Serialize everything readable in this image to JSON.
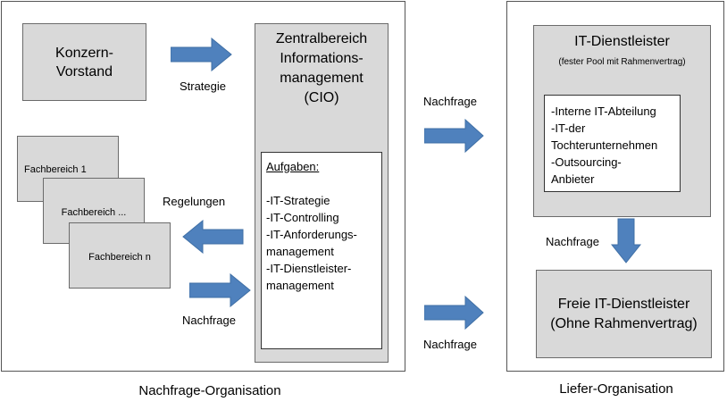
{
  "demand_org": {
    "caption": "Nachfrage-Organisation",
    "board": "Konzern-\nVorstand",
    "strategy_label": "Strategie",
    "cio": {
      "title": "Zentralbereich\nInformations-\nmanagement\n(CIO)",
      "tasks_heading": "Aufgaben:",
      "tasks": [
        "-IT-Strategie",
        "-IT-Controlling",
        "-IT-Anforderungs-",
        "management",
        "-IT-Dienstleister-",
        "management"
      ]
    },
    "departments": [
      "Fachbereich 1",
      "Fachbereich ...",
      "Fachbereich n"
    ],
    "rules_label": "Regelungen",
    "demand_label": "Nachfrage"
  },
  "middle": {
    "demand_top": "Nachfrage",
    "demand_bottom": "Nachfrage"
  },
  "supply_org": {
    "caption": "Liefer-Organisation",
    "provider_title": "IT-Dienstleister",
    "provider_subtitle": "(fester Pool mit Rahmenvertrag)",
    "provider_items": [
      "-Interne IT-Abteilung",
      "-IT-der",
      "Tochterunternehmen",
      "-Outsourcing-",
      "Anbieter"
    ],
    "demand_label": "Nachfrage",
    "free_provider": "Freie IT-Dienstleister\n(Ohne Rahmenvertrag)"
  },
  "colors": {
    "arrow": "#4f81bd",
    "box_fill": "#d9d9d9"
  }
}
